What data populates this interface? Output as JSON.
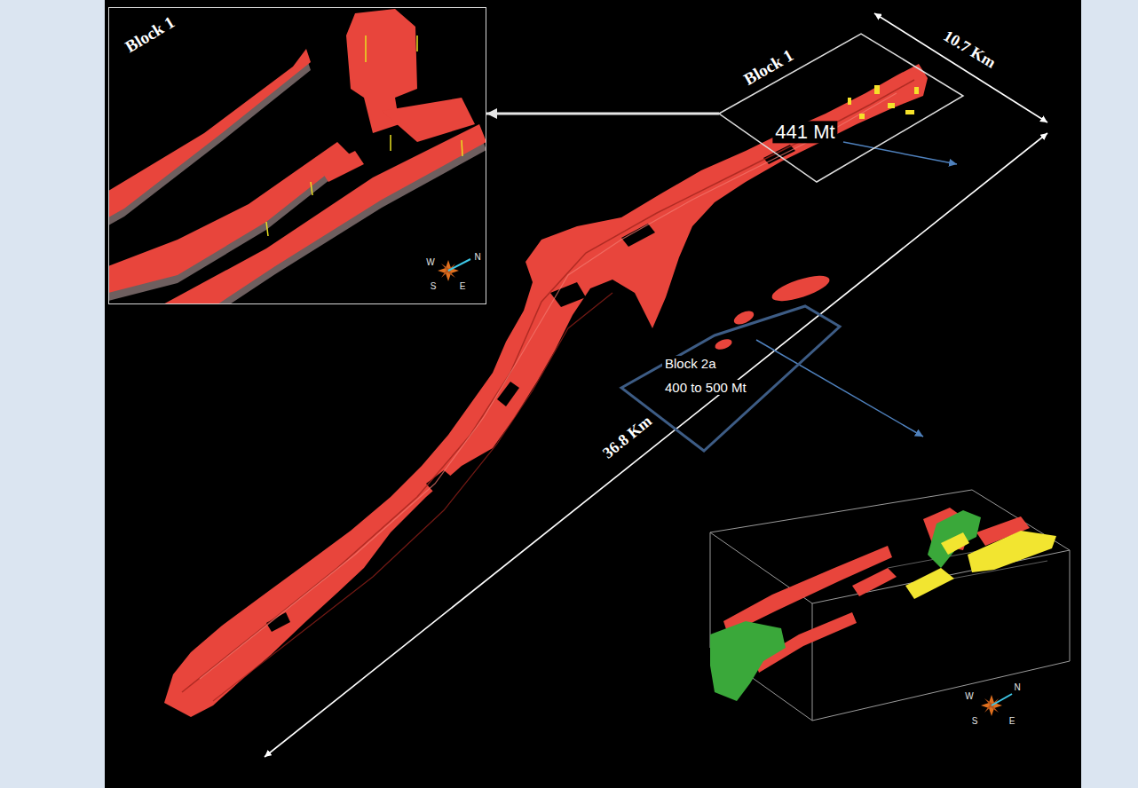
{
  "diagram": {
    "nodes": [
      {
        "text": [
          "Block 1"
        ]
      },
      {
        "text": [
          "Block 1",
          "441 Mt"
        ]
      },
      {
        "text": [
          "Block 2a",
          "400 to 500 Mt"
        ]
      }
    ],
    "edges": [
      {
        "from": 1,
        "to": 0,
        "arrow": "to"
      }
    ],
    "labels": [
      "10.7 Km",
      "36.8 Km",
      "W",
      "N",
      "S",
      "E",
      "W",
      "N",
      "S",
      "E"
    ]
  }
}
